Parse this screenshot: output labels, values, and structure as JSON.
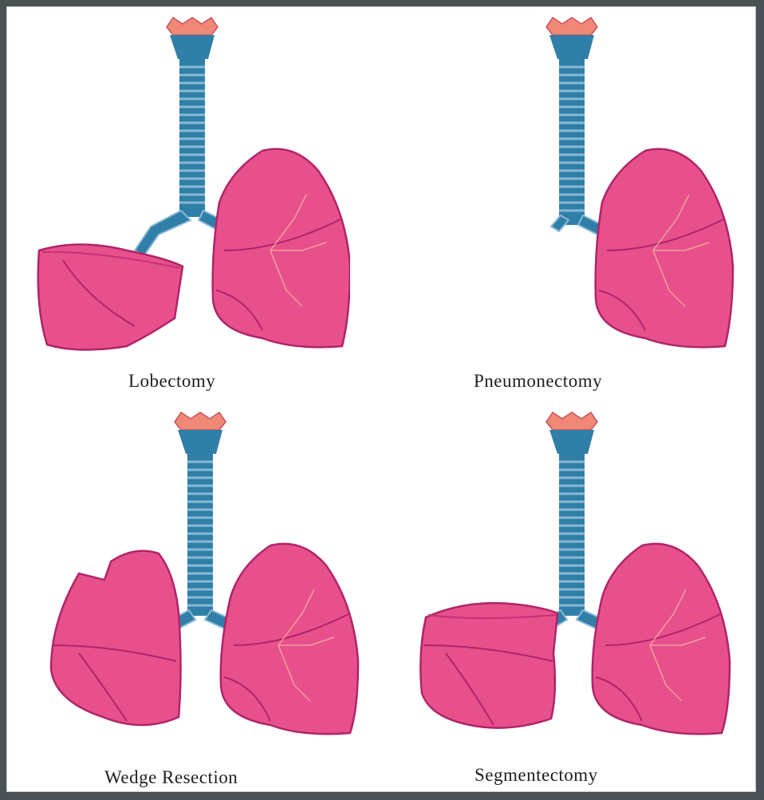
{
  "captions": {
    "lobectomy": "Lobectomy",
    "pneumonectomy": "Pneumonectomy",
    "wedge_resection": "Wedge Resection",
    "segmentectomy": "Segmentectomy"
  },
  "colors": {
    "background": "#4a5256",
    "page": "#ffffff",
    "lung_fill": "#e8508c",
    "lung_outline": "#b02468",
    "trachea": "#2f7fa8",
    "trachea_rings": "#8ab8d6",
    "larynx": "#f08878"
  }
}
